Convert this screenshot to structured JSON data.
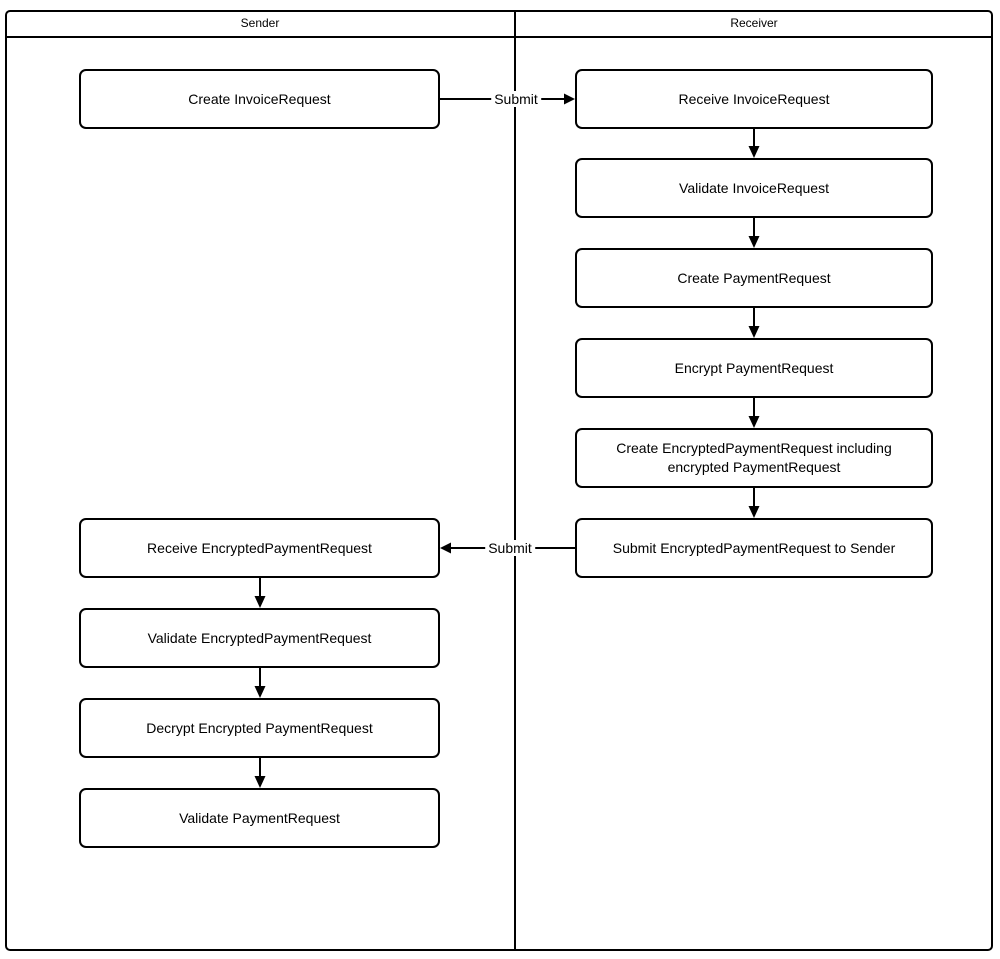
{
  "diagram": {
    "lanes": [
      {
        "title": "Sender",
        "nodes": [
          {
            "label": "Create InvoiceRequest"
          },
          {
            "label": "Receive EncryptedPaymentRequest"
          },
          {
            "label": "Validate EncryptedPaymentRequest"
          },
          {
            "label": "Decrypt Encrypted PaymentRequest"
          },
          {
            "label": "Validate PaymentRequest"
          }
        ]
      },
      {
        "title": "Receiver",
        "nodes": [
          {
            "label": "Receive InvoiceRequest"
          },
          {
            "label": "Validate InvoiceRequest"
          },
          {
            "label": "Create PaymentRequest"
          },
          {
            "label": "Encrypt PaymentRequest"
          },
          {
            "label": "Create EncryptedPaymentRequest including encrypted PaymentRequest"
          },
          {
            "label": "Submit EncryptedPaymentRequest to Sender"
          }
        ]
      }
    ],
    "edge_labels": {
      "submit_top": "Submit",
      "submit_bottom": "Submit"
    },
    "colors": {
      "stroke": "#000000",
      "fill": "#ffffff",
      "text": "#000000"
    }
  }
}
